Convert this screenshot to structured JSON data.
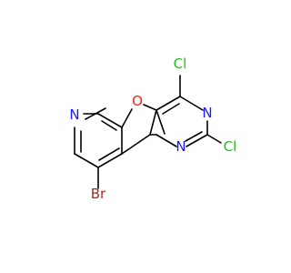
{
  "molecule": {
    "atom_labels": {
      "n_pyridine": "N",
      "o_furan": "O",
      "cl_top": "Cl",
      "n_pyrimidine_right": "N",
      "n_pyrimidine_bottom": "N",
      "cl_bottom": "Cl",
      "br": "Br"
    },
    "colors": {
      "bond": "#000000",
      "nitrogen": "#1b1bff",
      "oxygen": "#ff1a1a",
      "chlorine": "#1fbf1f",
      "bromine": "#a52a2a"
    }
  }
}
